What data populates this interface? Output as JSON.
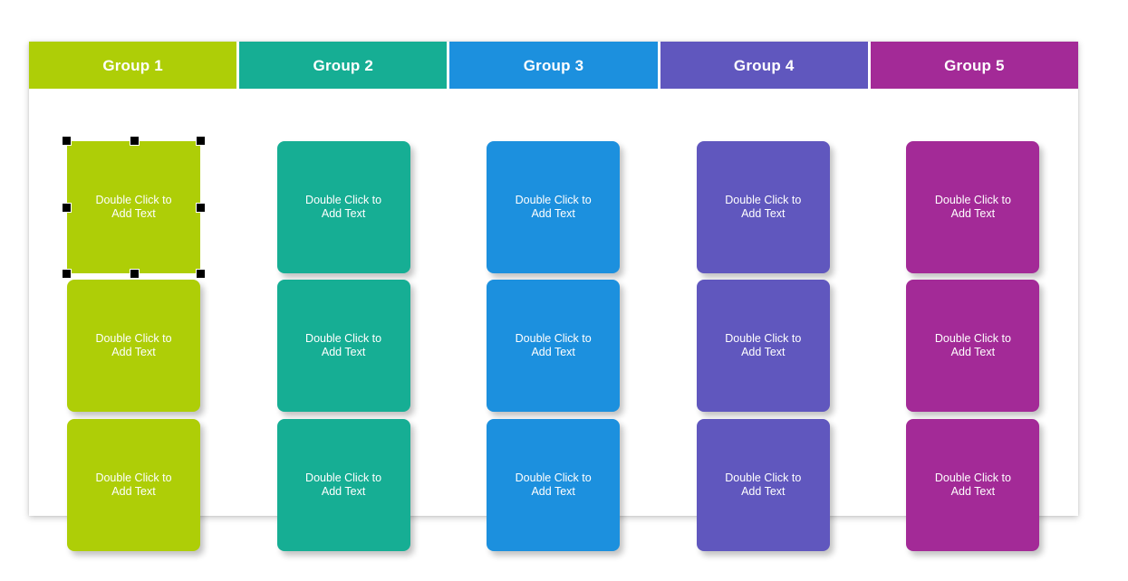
{
  "canvas": {
    "background": "#ffffff"
  },
  "groups": [
    {
      "id": "group-1",
      "header_label": "Group 1",
      "color": "#aece07",
      "cards": [
        {
          "text": "Double Click to\nAdd Text",
          "selected": true
        },
        {
          "text": "Double Click to\nAdd Text",
          "selected": false
        },
        {
          "text": "Double Click to\nAdd Text",
          "selected": false
        }
      ]
    },
    {
      "id": "group-2",
      "header_label": "Group 2",
      "color": "#16ae94",
      "cards": [
        {
          "text": "Double Click to\nAdd Text",
          "selected": false
        },
        {
          "text": "Double Click to\nAdd Text",
          "selected": false
        },
        {
          "text": "Double Click to\nAdd Text",
          "selected": false
        }
      ]
    },
    {
      "id": "group-3",
      "header_label": "Group 3",
      "color": "#1c90de",
      "cards": [
        {
          "text": "Double Click to\nAdd Text",
          "selected": false
        },
        {
          "text": "Double Click to\nAdd Text",
          "selected": false
        },
        {
          "text": "Double Click to\nAdd Text",
          "selected": false
        }
      ]
    },
    {
      "id": "group-4",
      "header_label": "Group 4",
      "color": "#6057be",
      "cards": [
        {
          "text": "Double Click to\nAdd Text",
          "selected": false
        },
        {
          "text": "Double Click to\nAdd Text",
          "selected": false
        },
        {
          "text": "Double Click to\nAdd Text",
          "selected": false
        }
      ]
    },
    {
      "id": "group-5",
      "header_label": "Group 5",
      "color": "#a32a97",
      "cards": [
        {
          "text": "Double Click to\nAdd Text",
          "selected": false
        },
        {
          "text": "Double Click to\nAdd Text",
          "selected": false
        },
        {
          "text": "Double Click to\nAdd Text",
          "selected": false
        }
      ]
    }
  ],
  "selection": {
    "handle_color": "#000000",
    "handle_count": 8,
    "handles": [
      "top-left",
      "top-middle",
      "top-right",
      "middle-left",
      "middle-right",
      "bottom-left",
      "bottom-middle",
      "bottom-right"
    ]
  }
}
